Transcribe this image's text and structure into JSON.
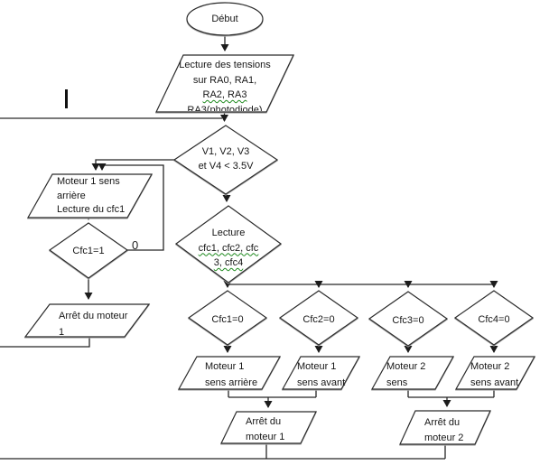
{
  "colors": {
    "background": "#ffffff",
    "shape_stroke": "#2b2b2b",
    "connector": "#262626",
    "shadow": "#a8a8a8",
    "squiggle": "#1e8a1e",
    "text": "#161616"
  },
  "flow": {
    "nodes": [
      {
        "id": "start",
        "type": "terminator",
        "lines": [
          "Début"
        ]
      },
      {
        "id": "read-tensions",
        "type": "io",
        "lines": [
          "Lecture des tensions",
          "sur RA0, RA1,",
          "RA2, RA3",
          "RA3(photodiode)"
        ]
      },
      {
        "id": "v-check",
        "type": "decision",
        "lines": [
          "V1, V2, V3",
          "et V4 < 3.5V"
        ]
      },
      {
        "id": "motor1-reverse-read",
        "type": "io",
        "lines": [
          "Moteur 1 sens",
          "arrière",
          "Lecture du cfc1"
        ]
      },
      {
        "id": "cfc1-eq-1",
        "type": "decision",
        "lines": [
          "Cfc1=1"
        ]
      },
      {
        "id": "stop-motor1-loop",
        "type": "io",
        "lines": [
          "Arrêt du moteur",
          "1"
        ]
      },
      {
        "id": "read-cfc",
        "type": "decision",
        "lines": [
          "Lecture",
          "cfc1, cfc2, cfc",
          "3, cfc4"
        ]
      },
      {
        "id": "cfc1-eq-0",
        "type": "decision",
        "lines": [
          "Cfc1=0"
        ]
      },
      {
        "id": "cfc2-eq-0",
        "type": "decision",
        "lines": [
          "Cfc2=0"
        ]
      },
      {
        "id": "cfc3-eq-0",
        "type": "decision",
        "lines": [
          "Cfc3=0"
        ]
      },
      {
        "id": "cfc4-eq-0",
        "type": "decision",
        "lines": [
          "Cfc4=0"
        ]
      },
      {
        "id": "motor1-reverse",
        "type": "io",
        "lines": [
          "Moteur 1",
          "sens arrière"
        ]
      },
      {
        "id": "motor1-forward",
        "type": "io",
        "lines": [
          "Moteur 1",
          "sens avant"
        ]
      },
      {
        "id": "motor2-sens",
        "type": "io",
        "lines": [
          "Moteur 2",
          "sens"
        ]
      },
      {
        "id": "motor2-forward",
        "type": "io",
        "lines": [
          "Moteur 2",
          "sens avant"
        ]
      },
      {
        "id": "stop-motor1",
        "type": "io",
        "lines": [
          "Arrêt du",
          "moteur 1"
        ]
      },
      {
        "id": "stop-motor2",
        "type": "io",
        "lines": [
          "Arrêt du",
          "moteur 2"
        ]
      }
    ],
    "edge_labels": {
      "cfc1_no": "0"
    }
  }
}
